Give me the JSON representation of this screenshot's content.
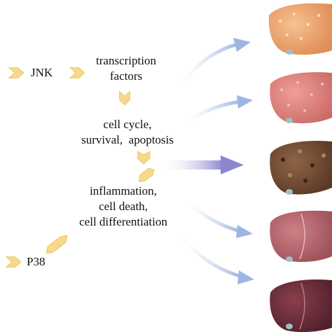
{
  "labels": {
    "jnk": "JNK",
    "p38": "P38",
    "transcription_factors": [
      "transcription",
      "factors"
    ],
    "cell_cycle": [
      "cell cycle,",
      "survival,  apoptosis"
    ],
    "inflammation": [
      "inflammation,",
      "cell death,",
      "cell differentiation"
    ]
  },
  "icons": {
    "chevron": "chevron-arrow-icon",
    "flow_arrow": "curved-arrow-icon",
    "liver": "liver-icon"
  },
  "colors": {
    "chevron_fill": "#f6d98a",
    "chevron_edge": "#e7bf59",
    "arrow_blue": "#9fb6e3",
    "arrow_purple": "#8c86cf",
    "liver_stages": [
      "#e59a63",
      "#d97c74",
      "#6f4632",
      "#b4646e",
      "#6b2e3a"
    ]
  }
}
